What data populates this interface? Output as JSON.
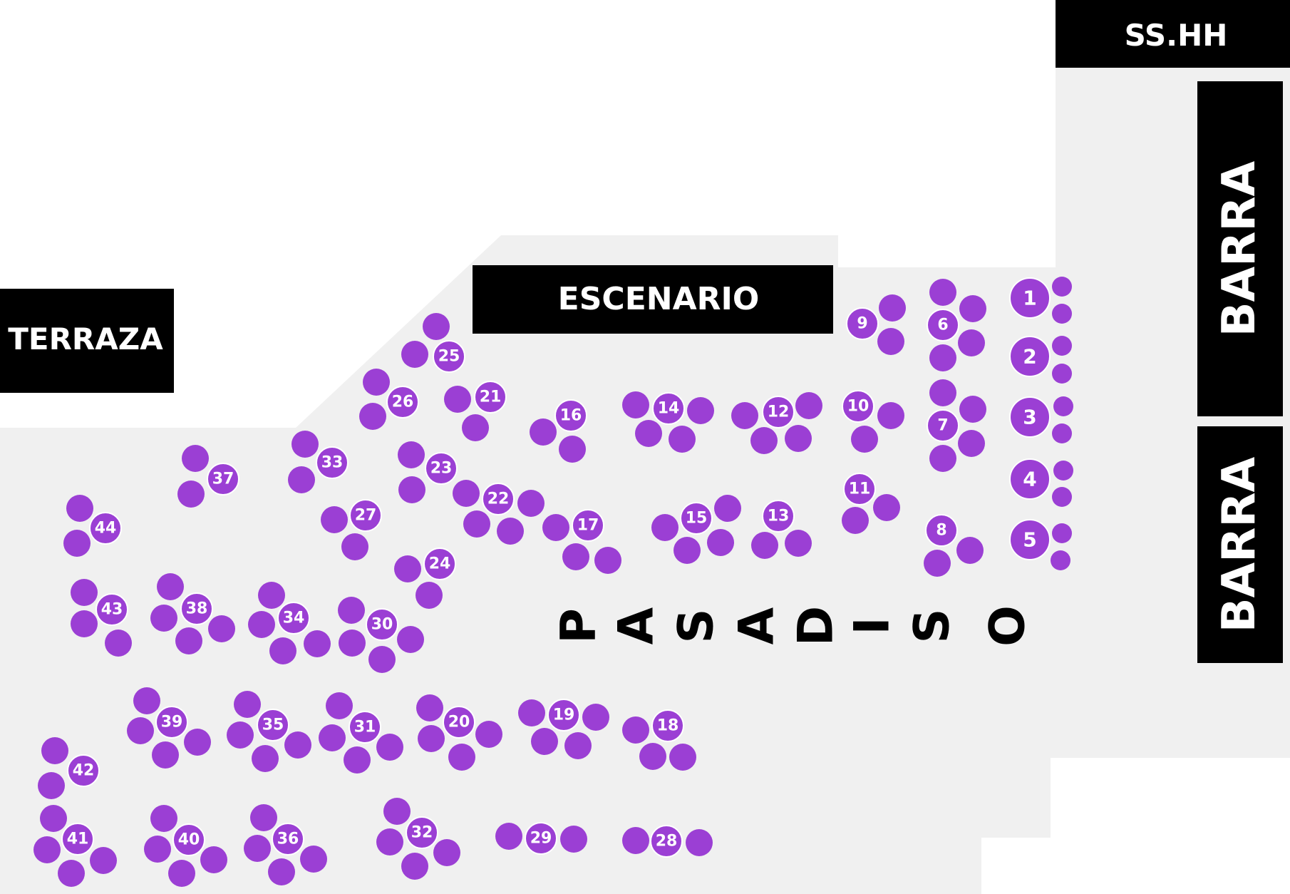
{
  "colors": {
    "background": "#ffffff",
    "floor": "#f0f0f0",
    "label_bg": "#000000",
    "label_text": "#ffffff",
    "table": "#9b3fd4",
    "corridor_text": "#000000"
  },
  "areas": {
    "ss_hh": "SS.HH",
    "barra_top": "BARRA",
    "barra_bottom": "BARRA",
    "escenario": "ESCENARIO",
    "terraza": "TERRAZA"
  },
  "corridor": {
    "letters": [
      "P",
      "A",
      "S",
      "A",
      "D",
      "I",
      "S",
      "O"
    ]
  },
  "tables": [
    "1",
    "2",
    "3",
    "4",
    "5",
    "6",
    "7",
    "8",
    "9",
    "10",
    "11",
    "12",
    "13",
    "14",
    "15",
    "16",
    "17",
    "18",
    "19",
    "20",
    "21",
    "22",
    "23",
    "24",
    "25",
    "26",
    "27",
    "28",
    "29",
    "30",
    "31",
    "32",
    "33",
    "34",
    "35",
    "36",
    "37",
    "38",
    "39",
    "40",
    "41",
    "42",
    "43",
    "44"
  ]
}
